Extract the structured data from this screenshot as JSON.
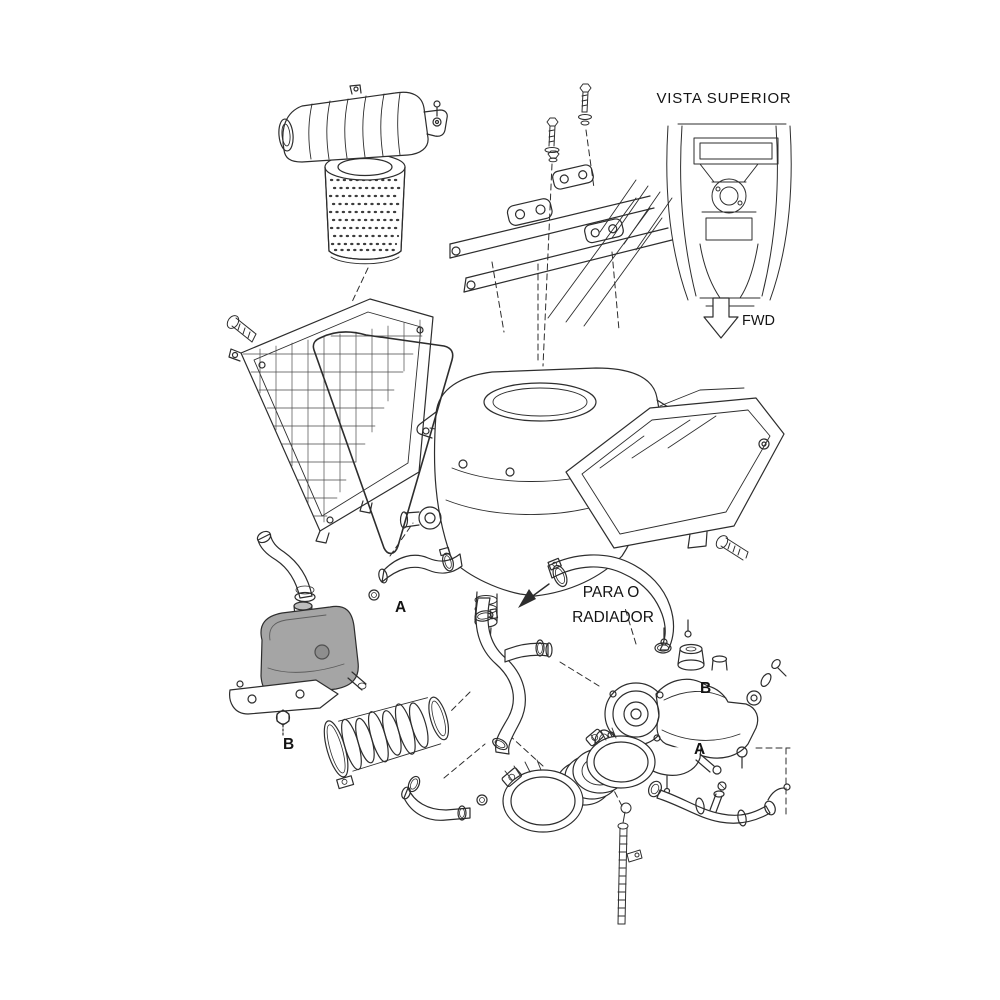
{
  "diagram": {
    "inset_title": "VISTA SUPERIOR",
    "fwd_label": "FWD",
    "radiator_note_line1": "PARA O",
    "radiator_note_line2": "RADIADOR",
    "callout_hose_a": "A",
    "callout_boot_clamp_b": "B",
    "callout_carb_top_b": "B",
    "callout_carb_bottom_a": "A"
  }
}
